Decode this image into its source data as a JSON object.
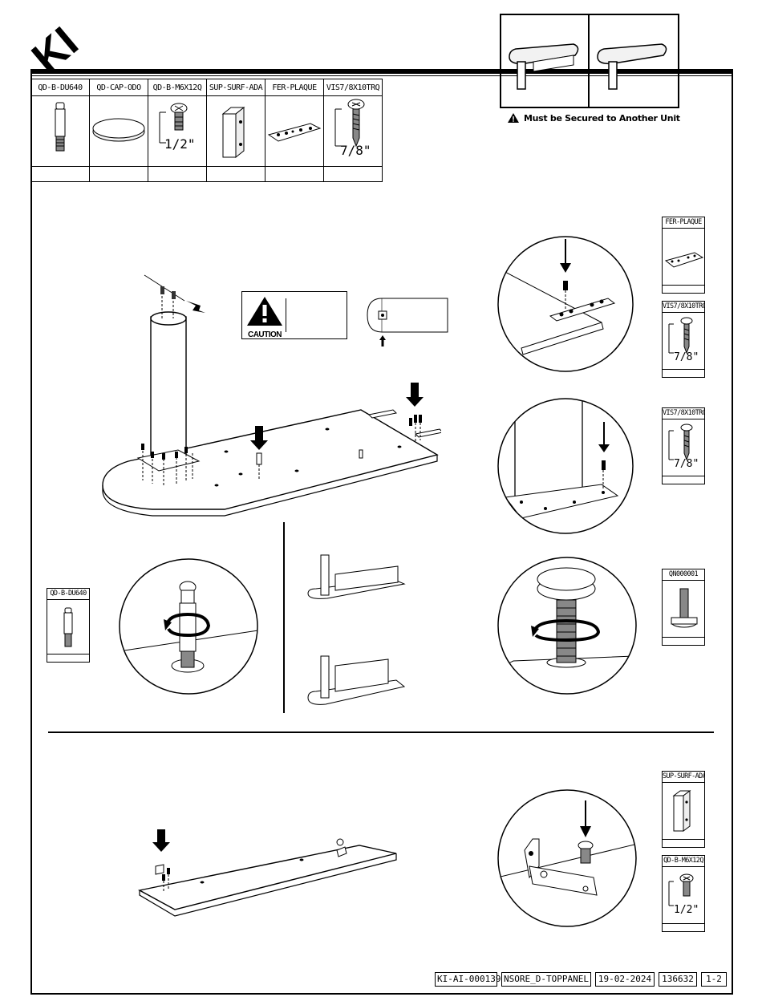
{
  "logo": {
    "text": "KI"
  },
  "parts": [
    {
      "code": "QD-B-DU640",
      "dimension": ""
    },
    {
      "code": "QD-CAP-ODO",
      "dimension": ""
    },
    {
      "code": "QD-B-M6X12Q",
      "dimension": "1/2\""
    },
    {
      "code": "SUP-SURF-ADA",
      "dimension": ""
    },
    {
      "code": "FER-PLAQUE",
      "dimension": ""
    },
    {
      "code": "VIS7/8X10TRQ",
      "dimension": "7/8\""
    }
  ],
  "warning": {
    "text": "Must be Secured to Another Unit",
    "icon": "warning-triangle-icon"
  },
  "caution": {
    "label": "CAUTION",
    "icon": "caution-triangle-icon"
  },
  "side_parts": {
    "fer_plaque": {
      "code": "FER-PLAQUE"
    },
    "vis_1": {
      "code": "VIS7/8X10TRQ",
      "dimension": "7/8\""
    },
    "vis_2": {
      "code": "VIS7/8X10TRQ",
      "dimension": "7/8\""
    },
    "qd_b_du640": {
      "code": "QD-B-DU640"
    },
    "qn000001": {
      "code": "QN000001"
    },
    "sup_surf_ada": {
      "code": "SUP-SURF-ADA"
    },
    "qd_b_m6x12q": {
      "code": "QD-B-M6X12Q",
      "dimension": "1/2\""
    }
  },
  "footer": {
    "doc_id": "KI-AI-000139",
    "model": "NSORE_D-TOPPANEL",
    "date": "19-02-2024",
    "number": "136632",
    "page": "1-2"
  }
}
